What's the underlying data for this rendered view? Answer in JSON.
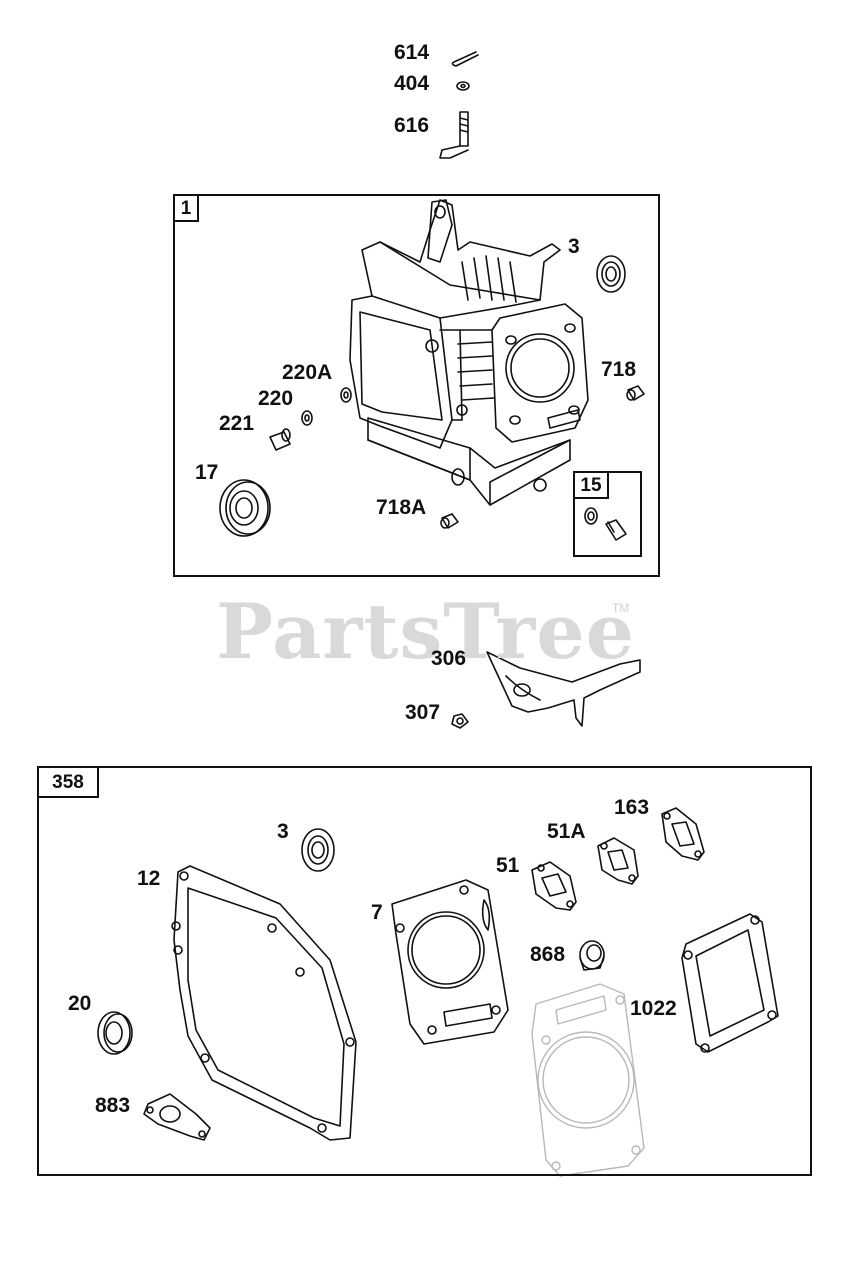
{
  "watermark": {
    "text": "PartsTree",
    "mark": "TM"
  },
  "groups": [
    {
      "tag": "1"
    },
    {
      "tag": "15"
    },
    {
      "tag": "358"
    }
  ],
  "parts": {
    "p614": "614",
    "p404": "404",
    "p616": "616",
    "p3a": "3",
    "p718": "718",
    "p220a": "220A",
    "p220": "220",
    "p221": "221",
    "p17": "17",
    "p718a": "718A",
    "p306": "306",
    "p307": "307",
    "p3b": "3",
    "p12": "12",
    "p7": "7",
    "p51": "51",
    "p51a": "51A",
    "p163": "163",
    "p868": "868",
    "p1022": "1022",
    "p20": "20",
    "p883": "883"
  }
}
